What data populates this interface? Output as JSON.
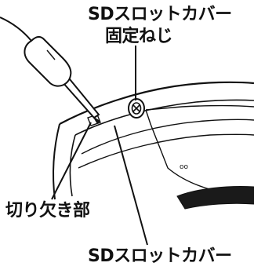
{
  "labels": {
    "sd_cover_screw_line1": "SDスロットカバー",
    "sd_cover_screw_line2": "固定ねじ",
    "notch": "切り欠き部",
    "sd_cover": "SDスロットカバー"
  }
}
